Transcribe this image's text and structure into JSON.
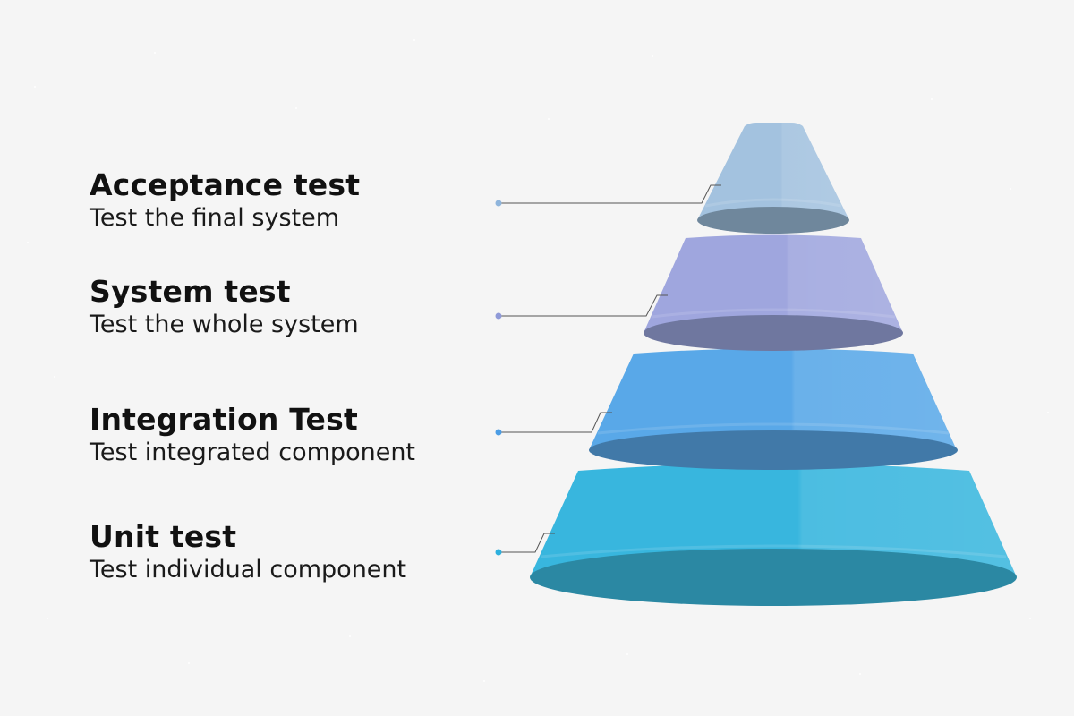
{
  "levels": [
    {
      "title": "Acceptance test",
      "description": "Test the final system",
      "color": "#a3c2df",
      "shade": "#6f879c",
      "dot": "#8fb5dc"
    },
    {
      "title": "System test",
      "description": "Test the whole system",
      "color": "#9fa6de",
      "shade": "#6f779f",
      "dot": "#8f9ad8"
    },
    {
      "title": "Integration Test",
      "description": "Test integrated component",
      "color": "#59a8e8",
      "shade": "#4179a8",
      "dot": "#4c9de5"
    },
    {
      "title": "Unit test",
      "description": "Test individual component",
      "color": "#38b6de",
      "shade": "#2b88a3",
      "dot": "#2db0de"
    }
  ],
  "background": "#f5f5f5",
  "connector_color": "#555555"
}
